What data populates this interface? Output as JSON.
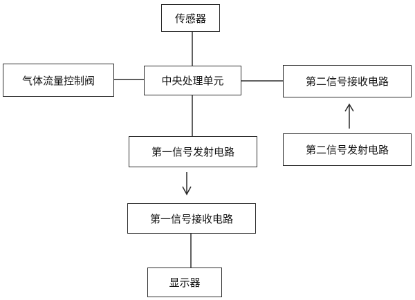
{
  "diagram": {
    "nodes": {
      "sensor": "传感器",
      "gas_flow_valve": "气体流量控制阀",
      "cpu": "中央处理单元",
      "second_receive": "第二信号接收电路",
      "first_transmit": "第一信号发射电路",
      "second_transmit": "第二信号发射电路",
      "first_receive": "第一信号接收电路",
      "display": "显示器"
    },
    "connections": [
      {
        "from": "sensor",
        "to": "cpu",
        "style": "line"
      },
      {
        "from": "gas_flow_valve",
        "to": "cpu",
        "style": "line"
      },
      {
        "from": "cpu",
        "to": "second_receive",
        "style": "line"
      },
      {
        "from": "cpu",
        "to": "first_transmit",
        "style": "line"
      },
      {
        "from": "first_transmit",
        "to": "first_receive",
        "style": "arrow"
      },
      {
        "from": "second_transmit",
        "to": "second_receive",
        "style": "arrow"
      },
      {
        "from": "first_receive",
        "to": "display",
        "style": "line"
      }
    ],
    "colors": {
      "line": "#2a2a2a",
      "text": "#111111",
      "background": "#ffffff"
    }
  }
}
